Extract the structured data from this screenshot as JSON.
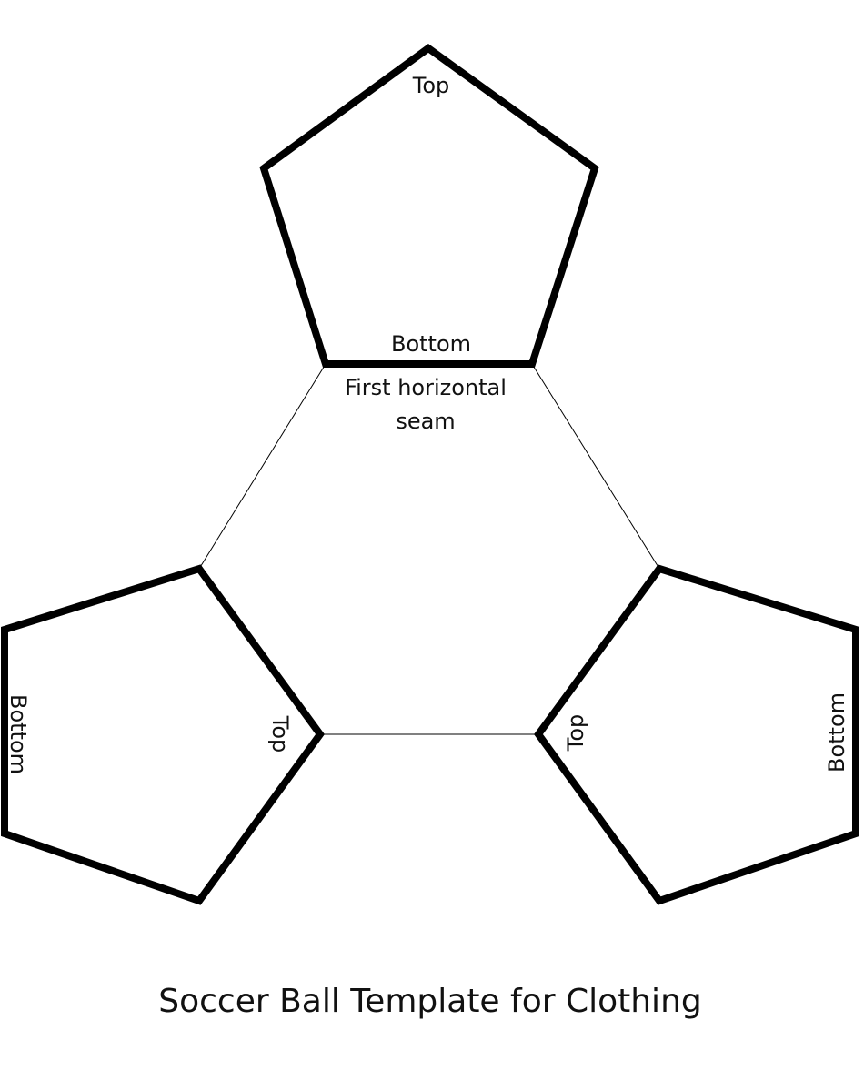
{
  "title": "Soccer Ball Template for Clothing",
  "top_pentagon": {
    "top_label": "Top",
    "bottom_label": "Bottom"
  },
  "seam_label": {
    "line1": "First horizontal",
    "line2": "seam"
  },
  "left_pentagon": {
    "top_label": "Top",
    "bottom_label": "Bottom"
  },
  "right_pentagon": {
    "top_label": "Top",
    "bottom_label": "Bottom"
  },
  "colors": {
    "stroke": "#000000",
    "background": "#ffffff"
  }
}
